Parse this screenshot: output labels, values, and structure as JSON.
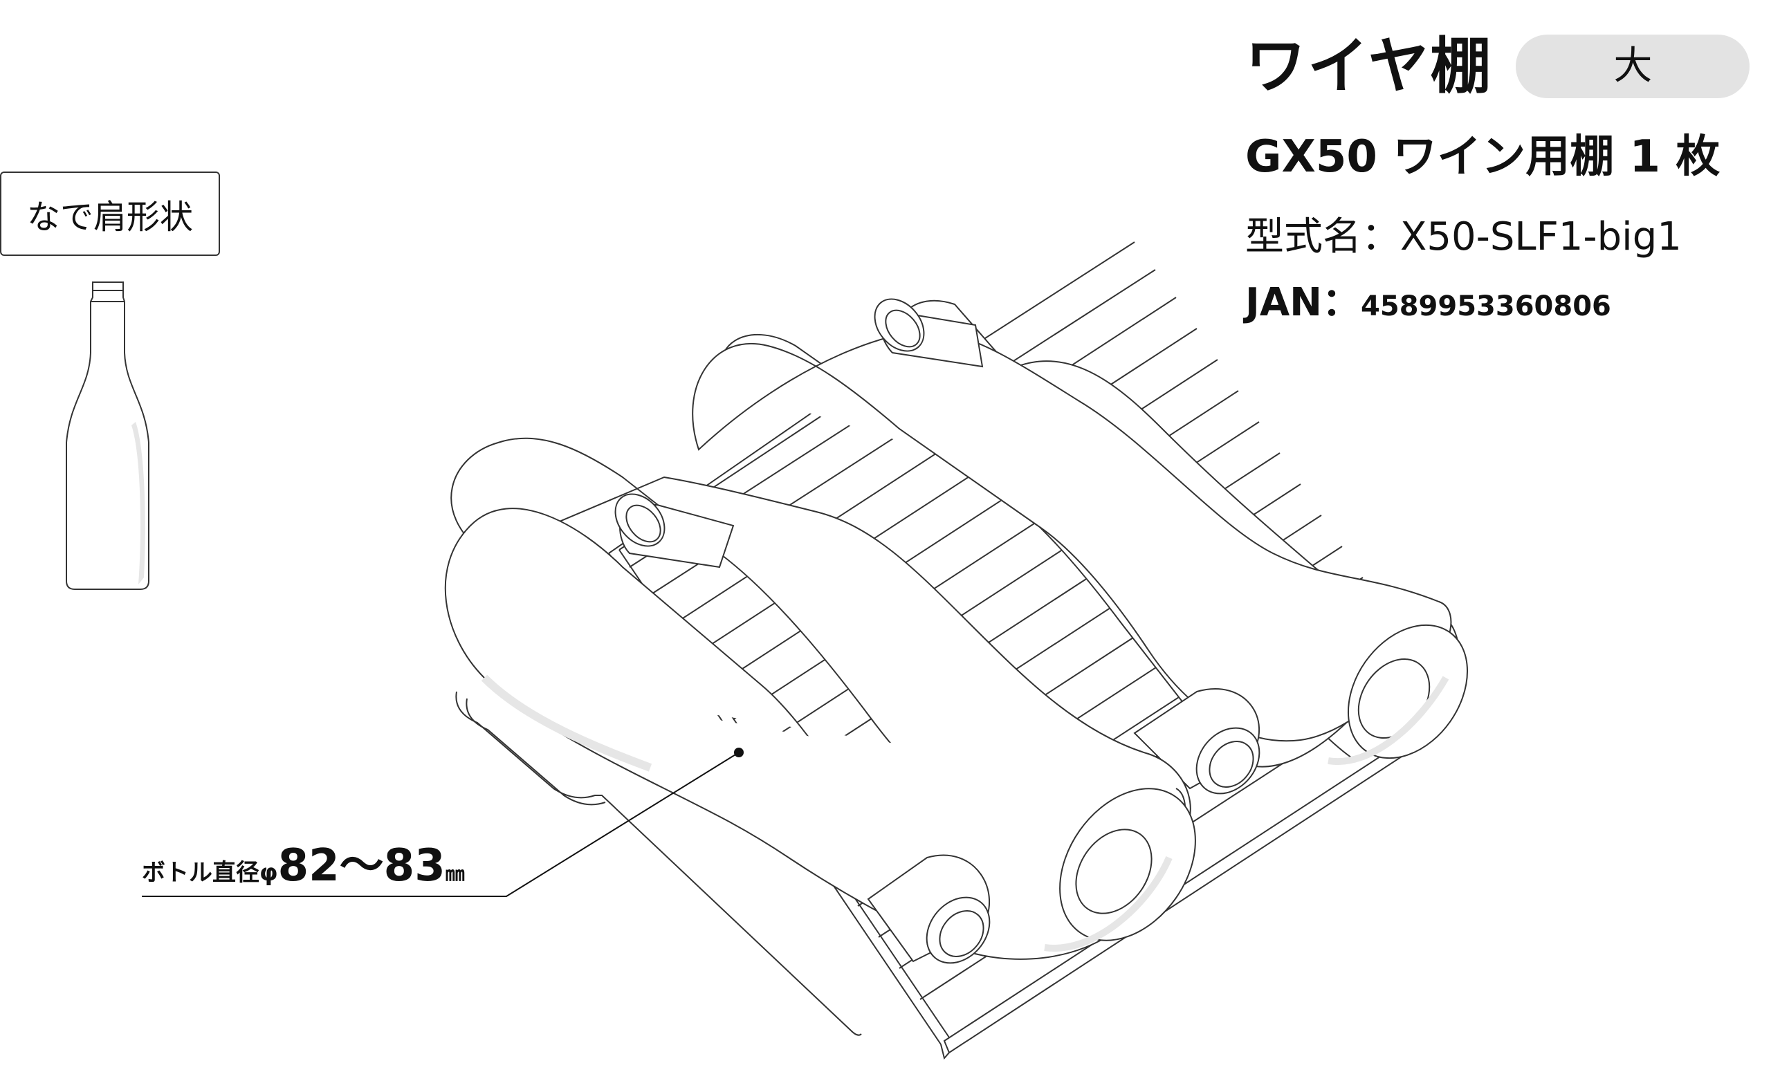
{
  "header": {
    "title": "ワイヤ棚",
    "size_badge": "大",
    "subtitle": "GX50 ワイン用棚 1 枚",
    "model": "型式名：X50-SLF1-big1",
    "jan_label": "JAN：",
    "jan_value": "4589953360806"
  },
  "bottle_shape": {
    "label": "なで肩形状"
  },
  "diameter": {
    "label": "ボトル直径φ",
    "value": "82～83",
    "unit": "㎜"
  },
  "icons": {
    "shape": "bottle-silhouette-icon",
    "rack": "wire-shelf-with-bottles-illustration"
  },
  "colors": {
    "badge_bg": "#e3e3e3",
    "line": "#333333",
    "shadow": "#e6e6e6"
  }
}
